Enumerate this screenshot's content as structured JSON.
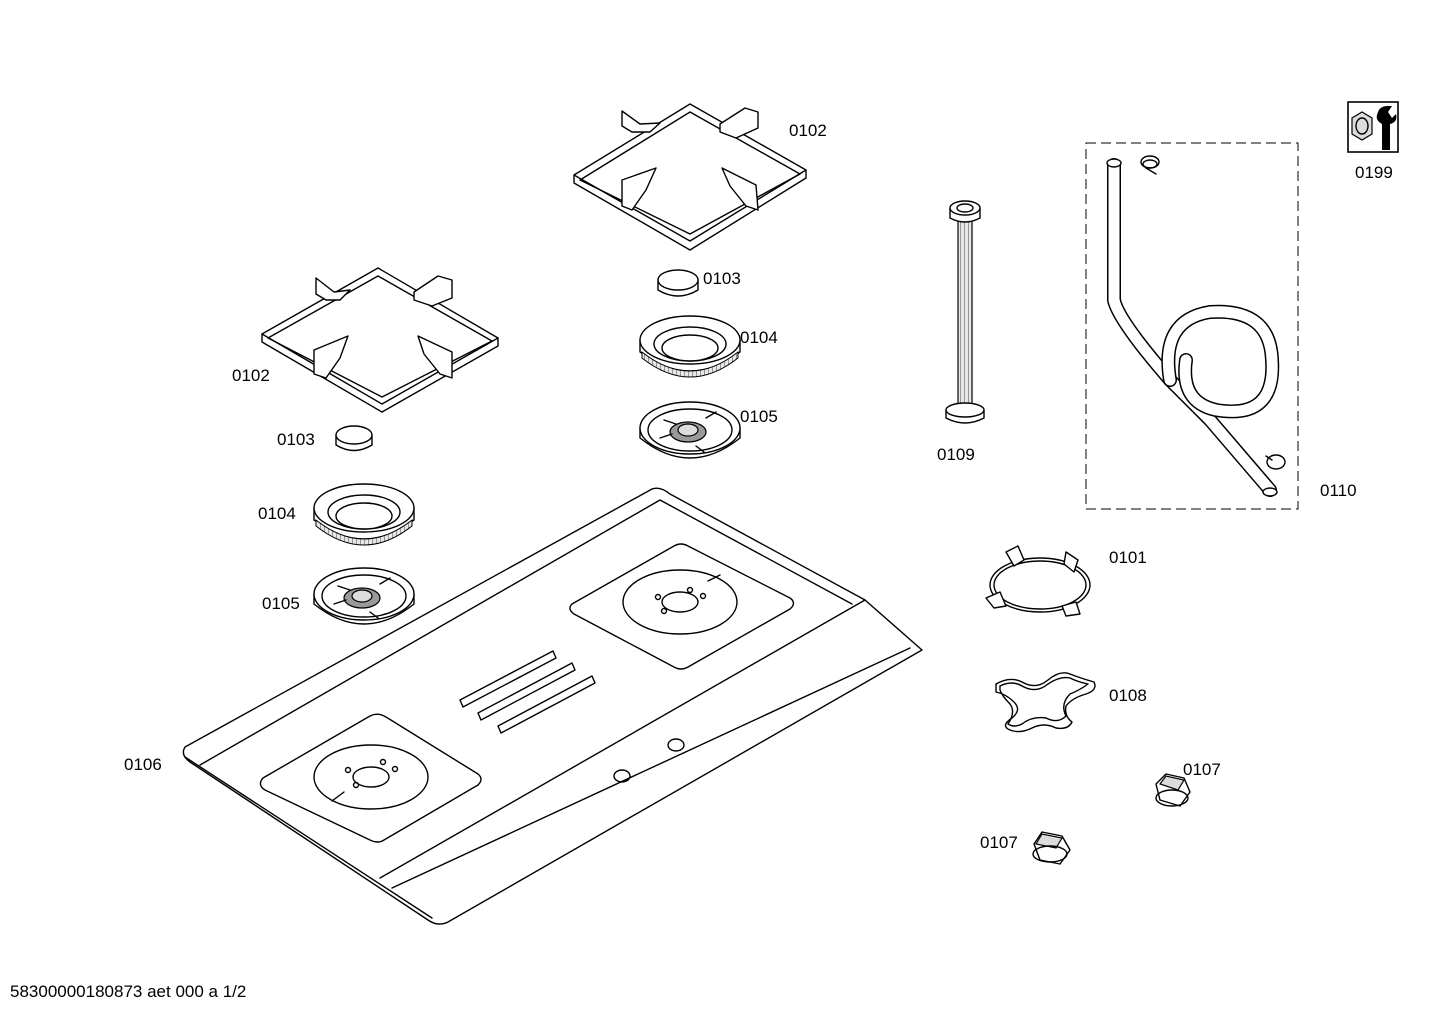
{
  "labels": {
    "grate_top": "0102",
    "grate_left": "0102",
    "cap_top": "0103",
    "cap_left": "0103",
    "ring_top": "0104",
    "ring_left": "0104",
    "base_top": "0105",
    "base_left": "0105",
    "hob_plate": "0106",
    "gas_pipe": "0109",
    "hose_kit": "0110",
    "wok_ring": "0101",
    "simmer_plate": "0108",
    "knob_upper": "0107",
    "knob_lower": "0107",
    "service_kit": "0199"
  },
  "footer": "58300000180873 aet 000 a 1/2"
}
